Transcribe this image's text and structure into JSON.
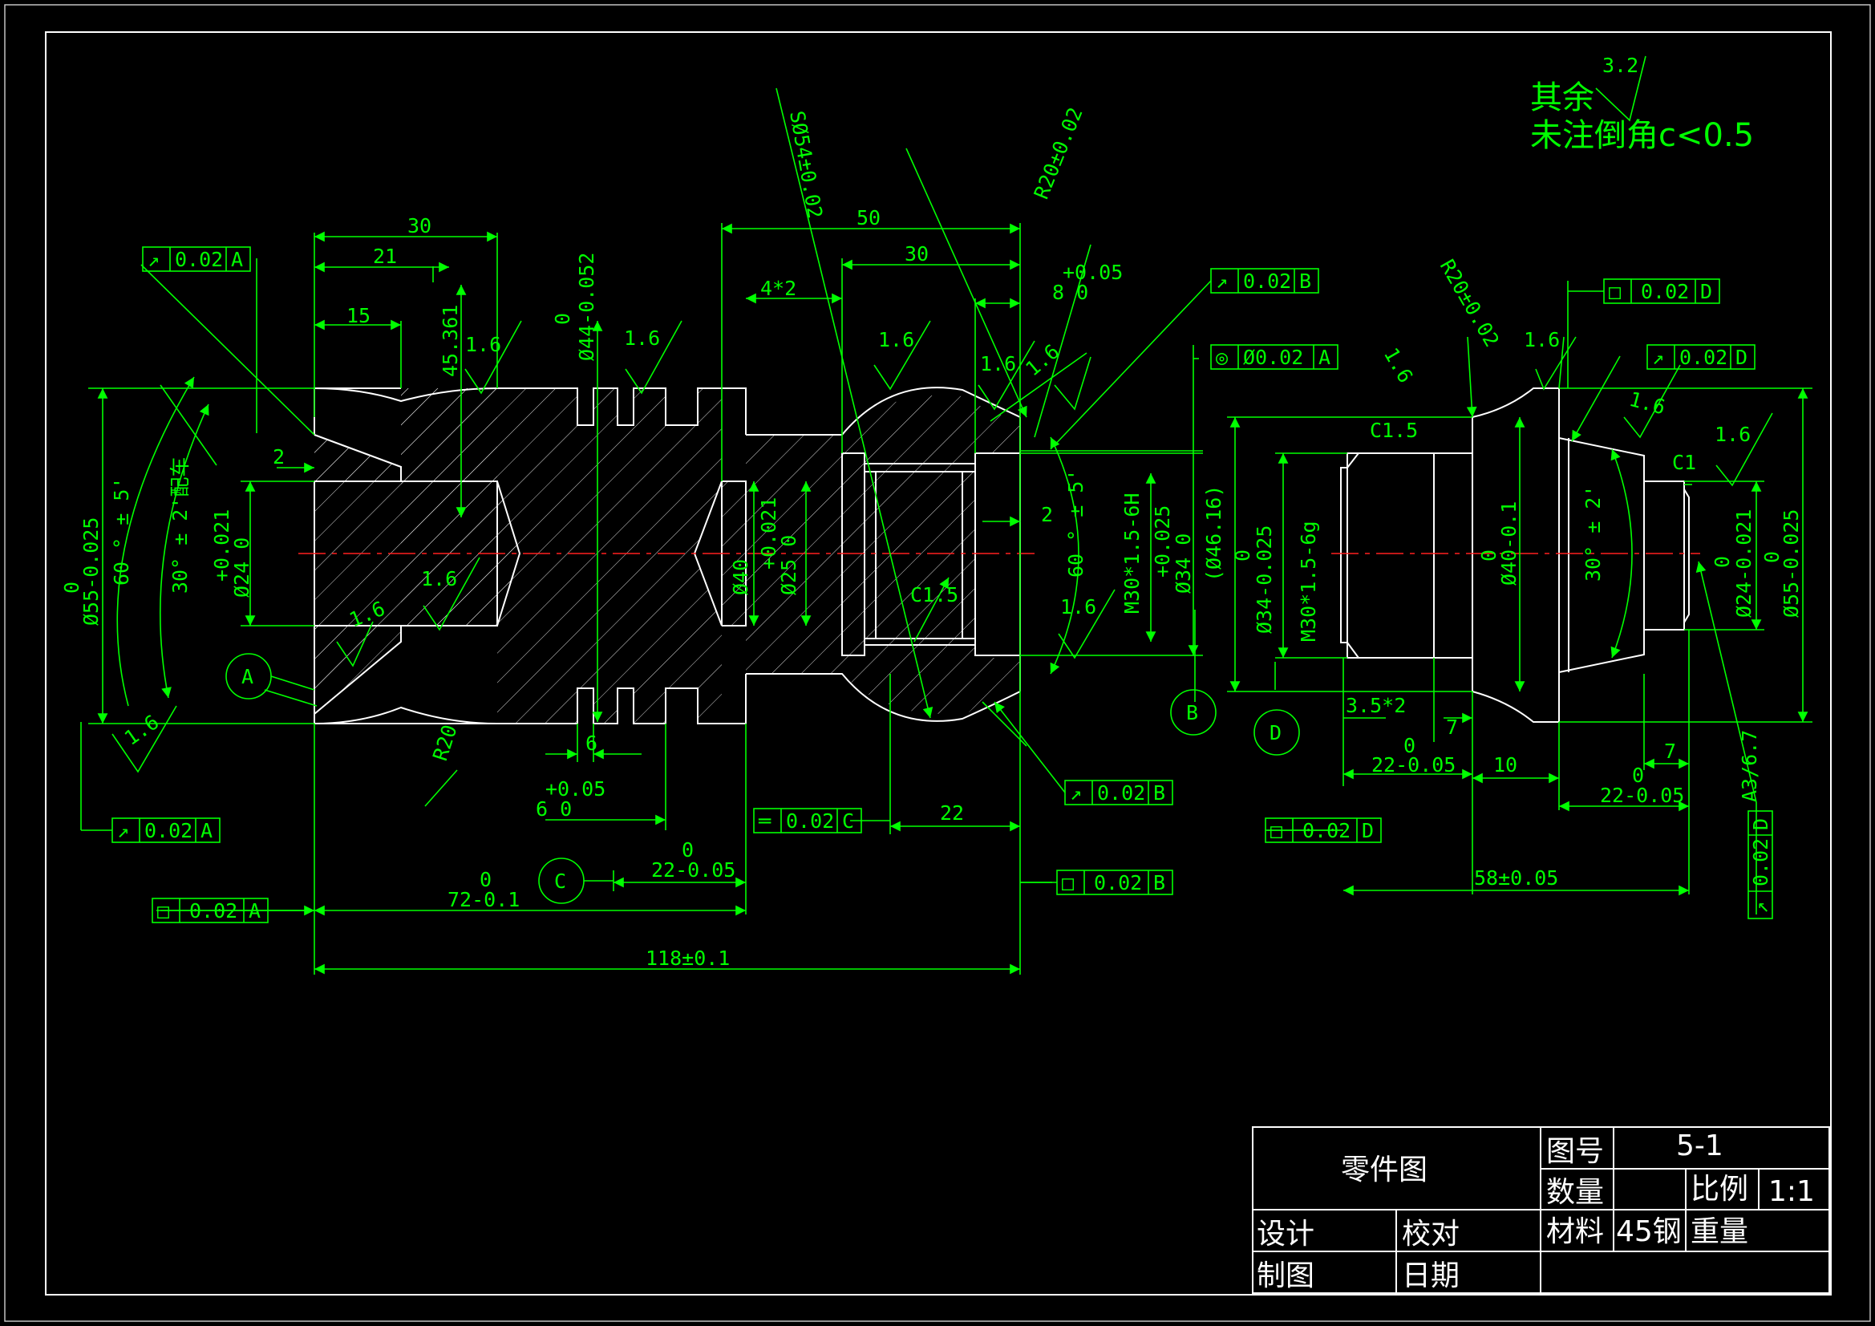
{
  "notes": {
    "line1": "其余",
    "line2": "未注倒角c<0.5",
    "roughness": "3.2"
  },
  "title_block": {
    "name": "零件图",
    "drawing_no_label": "图号",
    "drawing_no": "5-1",
    "quantity_label": "数量",
    "scale_label": "比例",
    "scale": "1:1",
    "design_label": "设计",
    "check_label": "校对",
    "material_label": "材料",
    "material": "45钢",
    "weight_label": "重量",
    "drafter_label": "制图",
    "date_label": "日期"
  },
  "datums": [
    "A",
    "B",
    "C",
    "D"
  ],
  "tolerance_frames": [
    {
      "sym": "↗",
      "val": "0.02",
      "ref": "A"
    },
    {
      "sym": "↗",
      "val": "0.02",
      "ref": "A"
    },
    {
      "sym": "□",
      "val": "0.02",
      "ref": "A"
    },
    {
      "sym": "↗",
      "val": "0.02",
      "ref": "B"
    },
    {
      "sym": "◎",
      "val": "Ø0.02",
      "ref": "A"
    },
    {
      "sym": "↗",
      "val": "0.02",
      "ref": "B"
    },
    {
      "sym": "□",
      "val": "0.02",
      "ref": "B"
    },
    {
      "sym": "═",
      "val": "0.02",
      "ref": "C"
    },
    {
      "sym": "□",
      "val": "0.02",
      "ref": "D"
    },
    {
      "sym": "↗",
      "val": "0.02",
      "ref": "D"
    },
    {
      "sym": "□",
      "val": "0.02",
      "ref": "D"
    },
    {
      "sym": "↗",
      "val": "0.02",
      "ref": "D"
    }
  ],
  "dims": {
    "d30": "30",
    "d21": "21",
    "d15": "15",
    "d2a": "2",
    "d45": "45.361",
    "d50": "50",
    "d30b": "30",
    "d4x2": "4*2",
    "d80tol": "+0.05",
    "d80": "8 0",
    "d6": "6",
    "d60tol": "+0.05",
    "d60": "6 0",
    "d22z": "0",
    "d22": "22-0.05",
    "d72z": "0",
    "d72": "72-0.1",
    "d118": "118±0.1",
    "d22b": "22",
    "d2b": "2",
    "phi55z": "0",
    "phi55": "Ø55-0.025",
    "ang60": "60 ° ± 5'",
    "ang30": "30° ± 2'配车",
    "phi24tol": "+0.021",
    "phi24": "Ø24 0",
    "phi44z": "0",
    "phi44": "Ø44-0.052",
    "phi40": "Ø40",
    "phi25tol": "+0.021",
    "phi25": "Ø25 0",
    "ang60b": "60 ° ± 5'",
    "m30h": "M30*1.5-6H",
    "phi34tol": "+0.025",
    "phi34": "Ø34 0",
    "phi46": "(Ø46.16)",
    "s054": "SØ54±0.02",
    "r20a": "R20±0.02",
    "r20b": "R20",
    "c15a": "C1.5",
    "r20c": "R20±0.02",
    "c15b": "C1.5",
    "c1": "C1",
    "phi34bz": "0",
    "phi34b": "Ø34-0.025",
    "m30g": "M30*1.5-6g",
    "phi40bz": "0",
    "phi40b": "Ø40-0.1",
    "ang30b": "30° ± 2'",
    "phi24bz": "0",
    "phi24b": "Ø24-0.021",
    "phi55bz": "0",
    "phi55b": "Ø55-0.025",
    "d35x2": "3.5*2",
    "d7a": "7",
    "d22cz": "0",
    "d22c": "22-0.05",
    "d10": "10",
    "d7b": "7",
    "d22dz": "0",
    "d22d": "22-0.05",
    "d58": "58±0.05",
    "a3": "A3/6.7"
  },
  "roughness_marks": [
    "1.6"
  ]
}
